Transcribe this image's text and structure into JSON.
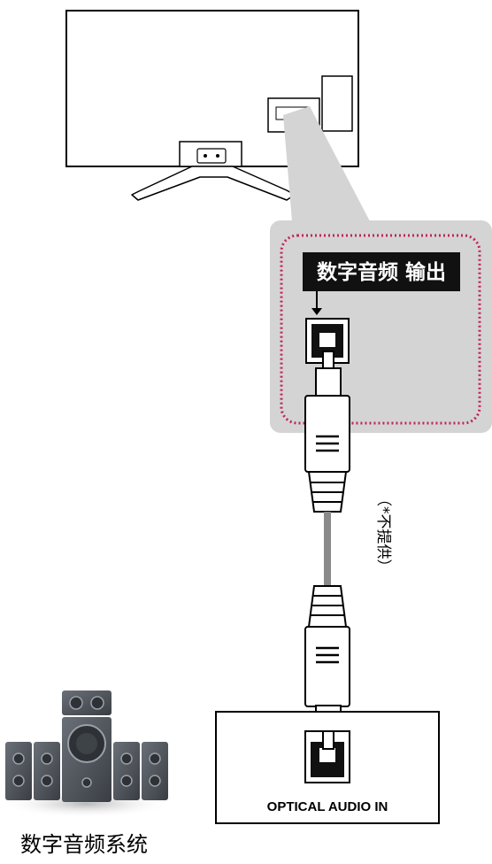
{
  "labels": {
    "tv_port": "数字音频 输出",
    "cable_note": "（*不提供）",
    "receiver_port": "OPTICAL AUDIO IN",
    "system": "数字音频系统"
  },
  "colors": {
    "panel_gray": "#d4d4d4",
    "dotted_border": "#c0245c",
    "label_bg": "#111111",
    "cable_gray": "#8a8a8a",
    "speaker_dark": "#4a4f55"
  }
}
